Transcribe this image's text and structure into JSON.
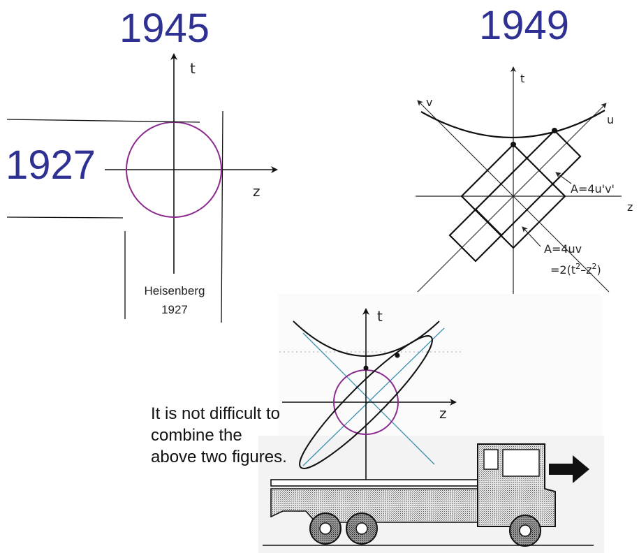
{
  "years": {
    "left_top": "1945",
    "right_top": "1949",
    "left_middle": "1927"
  },
  "heisenberg_label": {
    "name": "Heisenberg",
    "year": "1927"
  },
  "caption": "It is not difficult to combine the above  two figures.",
  "fig_1945": {
    "t_label": "t",
    "z_label": "z",
    "circle_color": "#8b2a8e"
  },
  "fig_1949": {
    "t_label": "t",
    "z_label": "z",
    "u_label": "u",
    "v_label": "v",
    "area_prime": "A=4u'v'",
    "area": "A=4uv",
    "area_expanded_prefix": "=2(t",
    "area_expanded_mid": "–z",
    "area_expanded_suffix": ")",
    "superscript": "2"
  },
  "fig_combined": {
    "t_label": "t",
    "z_label": "z",
    "diagonal_color": "#3a8fb0",
    "circle_color": "#8b2a8e"
  },
  "colors": {
    "year_text": "#2f3192"
  }
}
